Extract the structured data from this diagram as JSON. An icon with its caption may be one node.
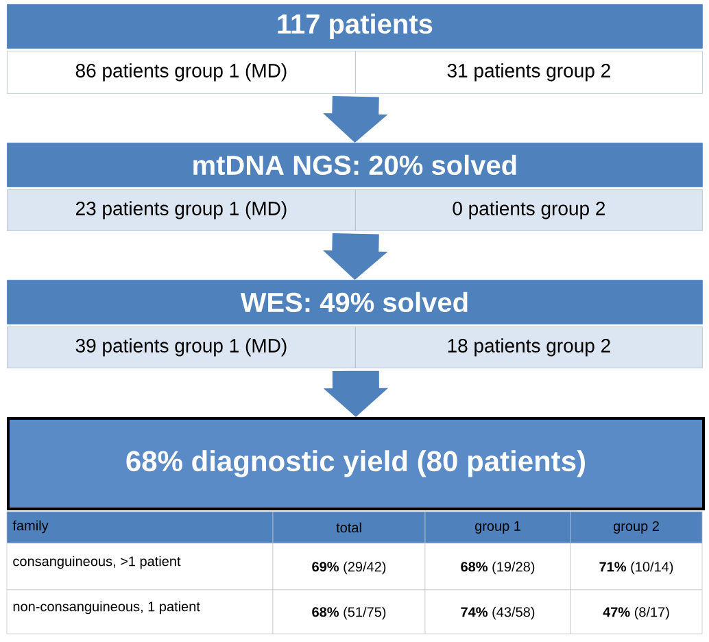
{
  "diagram": {
    "nodes": [
      {
        "text": [
          "117 patients"
        ]
      },
      {
        "text": [
          "86 patients group 1 (MD)"
        ]
      },
      {
        "text": [
          "31 patients group 2"
        ]
      },
      {
        "text": [
          "mtDNA NGS: 20% solved"
        ]
      },
      {
        "text": [
          "23 patients group 1 (MD)"
        ]
      },
      {
        "text": [
          "0 patients group 2"
        ]
      },
      {
        "text": [
          "WES: 49% solved"
        ]
      },
      {
        "text": [
          "39 patients group 1 (MD)"
        ]
      },
      {
        "text": [
          "18 patients group 2"
        ]
      },
      {
        "text": [
          "68% diagnostic yield (80 patients)"
        ]
      }
    ],
    "edges": [
      {
        "from": 1,
        "to": 3,
        "arrow": "to"
      },
      {
        "from": 4,
        "to": 6,
        "arrow": "to"
      },
      {
        "from": 7,
        "to": 9,
        "arrow": "to"
      }
    ],
    "labels": [
      "family",
      "total",
      "group 1",
      "group 2",
      "consanguineous, >1 patient",
      "**69%** (29/42)",
      "**68%** (19/28)",
      "**71%** (10/14)",
      "non-consanguineous, 1 patient",
      "**68%** (51/75)",
      "**74%** (43/58)",
      "**47%** (8/17)"
    ]
  }
}
